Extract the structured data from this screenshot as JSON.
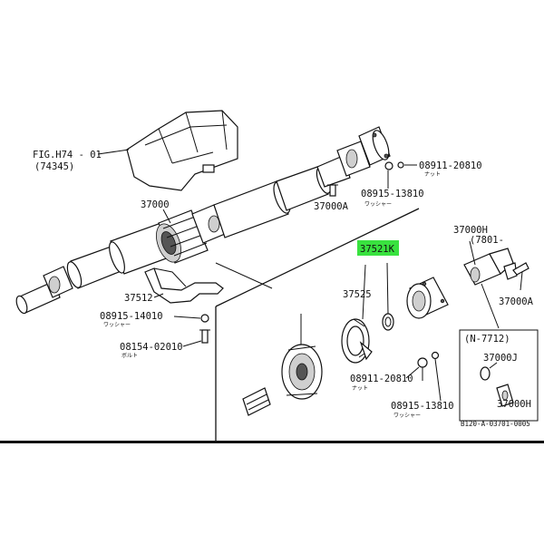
{
  "diagram": {
    "highlight_color": "#39e23f",
    "labels": {
      "fig_ref": "FIG.H74 - 01",
      "fig_ref_sub": "(74345)",
      "p37000": "37000",
      "p08911_top": "08911-20810",
      "nut_top": "ナット",
      "p08915_top": "08915-13810",
      "washer_top": "ワッシャー",
      "p37000A_left": "37000A",
      "p37000H": "37000H",
      "p7801": "(7801-",
      "p37521K": "37521K",
      "p37525": "37525",
      "p37512": "37512",
      "p08915_14010": "08915-14010",
      "washer_left": "ワッシャー",
      "p08154": "08154-02010",
      "bolt_left": "ボルト",
      "p37000A_right": "37000A",
      "pN7712": "(N-7712)",
      "p37000J": "37000J",
      "p37000H_box": "37000H",
      "p08911_bottom": "08911-20810",
      "nut_bottom": "ナット",
      "p08915_bottom": "08915-13810",
      "washer_bottom": "ワッシャー",
      "ref_code": "B120-A-03701-0005"
    }
  }
}
